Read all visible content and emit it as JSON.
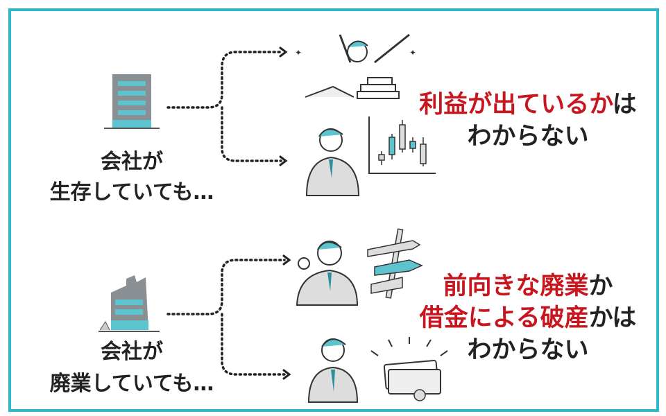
{
  "colors": {
    "accent": "#2fb8c9",
    "highlight": "#c8161e",
    "text": "#222222"
  },
  "section1": {
    "label_line1": "会社が",
    "label_line2": "生存していても…",
    "message_highlight": "利益が出ているか",
    "message_rest1": "は",
    "message_line2": "わからない"
  },
  "section2": {
    "label_line1": "会社が",
    "label_line2": "廃業していても…",
    "message_line1_highlight": "前向きな廃業",
    "message_line1_rest": "か",
    "message_line2_highlight": "借金による破産",
    "message_line2_rest": "かは",
    "message_line3": "わからない"
  }
}
